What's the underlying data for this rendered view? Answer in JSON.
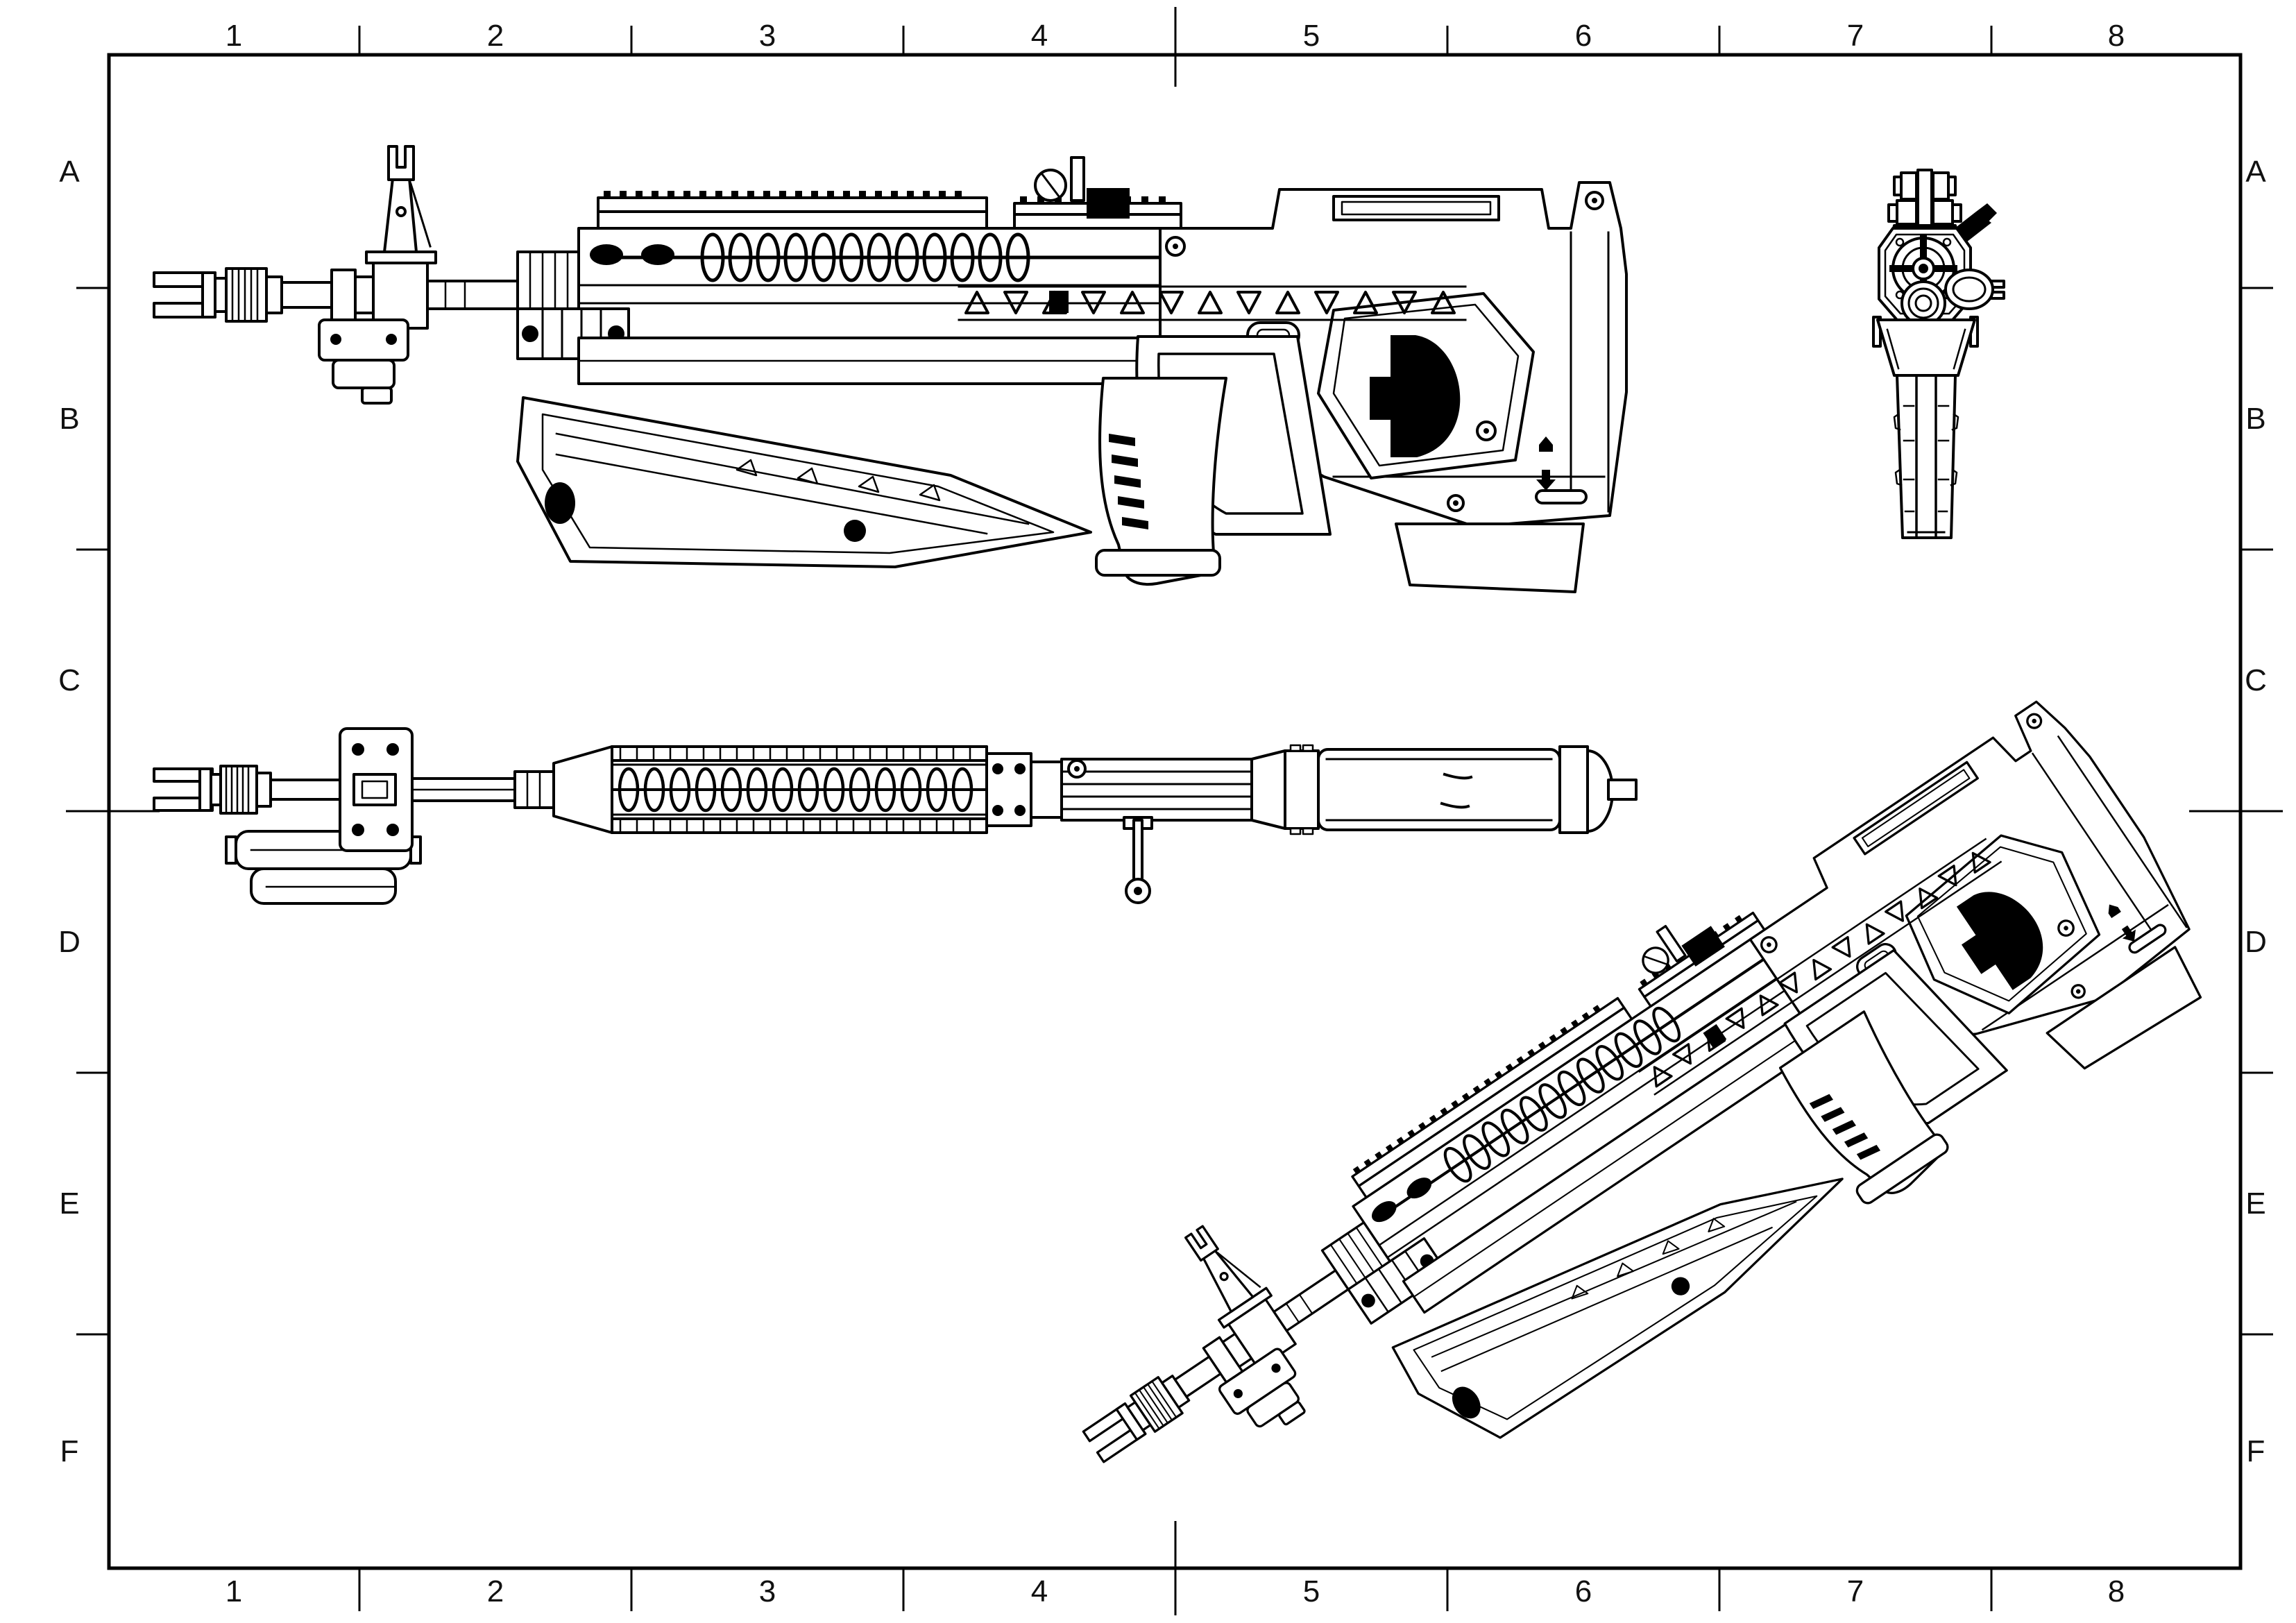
{
  "sheet": {
    "type": "technical-drawing",
    "paper_color": "#ffffff",
    "ink_color": "#000000"
  },
  "grid": {
    "columns": [
      "1",
      "2",
      "3",
      "4",
      "5",
      "6",
      "7",
      "8"
    ],
    "rows": [
      "A",
      "B",
      "C",
      "D",
      "E",
      "F"
    ]
  }
}
